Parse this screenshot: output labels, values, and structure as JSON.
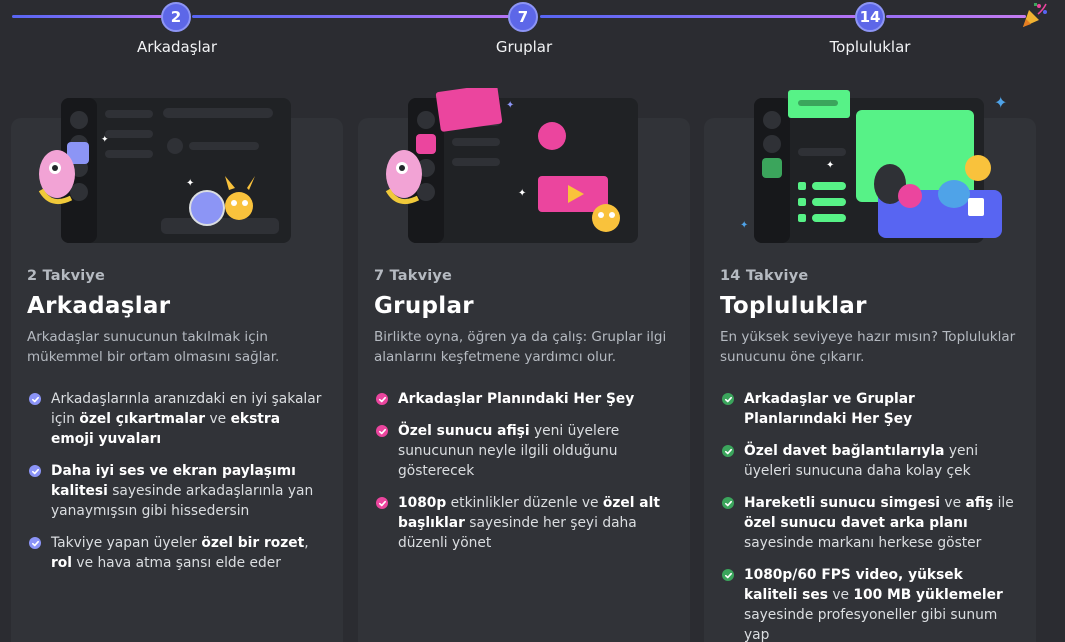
{
  "progress": {
    "steps": [
      {
        "count": "2",
        "label": "Arkadaşlar"
      },
      {
        "count": "7",
        "label": "Gruplar"
      },
      {
        "count": "14",
        "label": "Topluluklar"
      }
    ]
  },
  "colors": {
    "friends_check": "#8b94f7",
    "groups_check": "#eb459e",
    "communities_check": "#3ba55c"
  },
  "cards": [
    {
      "boosts": "2 Takviye",
      "title": "Arkadaşlar",
      "desc": "Arkadaşlar sunucunun takılmak için mükemmel bir ortam olmasını sağlar.",
      "perks": [
        [
          "Arkadaşlarınla aranızdaki en iyi şakalar için ",
          "özel çıkartmalar",
          " ve ",
          "ekstra emoji yuvaları",
          ""
        ],
        [
          "",
          "Daha iyi ses ve ekran paylaşımı kalitesi",
          " sayesinde arkadaşlarınla yan yanaymışsın gibi hissedersin",
          "",
          ""
        ],
        [
          "Takviye yapan üyeler ",
          "özel bir rozet",
          ", ",
          "rol",
          " ve hava atma şansı elde eder"
        ]
      ]
    },
    {
      "boosts": "7 Takviye",
      "title": "Gruplar",
      "desc": "Birlikte oyna, öğren ya da çalış: Gruplar ilgi alanlarını keşfetmene yardımcı olur.",
      "perks": [
        [
          "",
          "Arkadaşlar Planındaki Her Şey",
          "",
          "",
          ""
        ],
        [
          "",
          "Özel sunucu afişi",
          " yeni üyelere sunucunun neyle ilgili olduğunu gösterecek",
          "",
          ""
        ],
        [
          "",
          "1080p",
          " etkinlikler düzenle ve ",
          "özel alt başlıklar",
          " sayesinde her şeyi daha düzenli yönet"
        ]
      ]
    },
    {
      "boosts": "14 Takviye",
      "title": "Topluluklar",
      "desc": "En yüksek seviyeye hazır mısın? Topluluklar sunucunu öne çıkarır.",
      "perks": [
        [
          "",
          "Arkadaşlar ve Gruplar Planlarındaki Her Şey",
          "",
          "",
          ""
        ],
        [
          "",
          "Özel davet bağlantılarıyla",
          " yeni üyeleri sunucuna daha kolay çek",
          "",
          ""
        ],
        [
          "",
          "Hareketli sunucu simgesi",
          " ve ",
          "afiş",
          " ile <b>özel sunucu davet arka planı</b> sayesinde markanı herkese göster"
        ],
        [
          "",
          "1080p/60 FPS video, yüksek kaliteli ses",
          " ve ",
          "100 MB yüklemeler",
          " sayesinde profesyoneller gibi sunum yap"
        ]
      ]
    }
  ]
}
